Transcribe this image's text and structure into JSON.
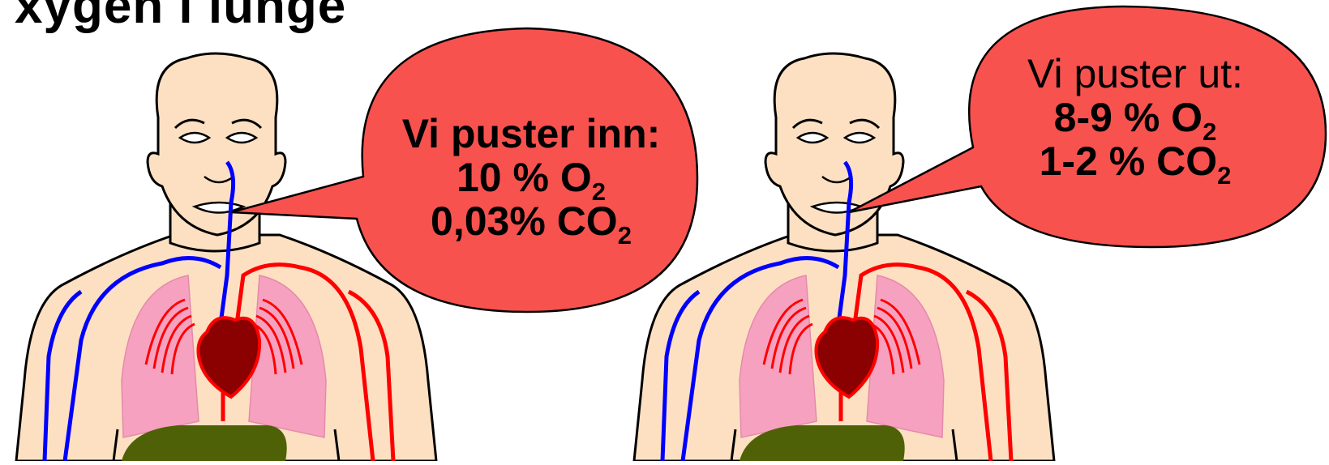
{
  "title_partial": "xygen i lunge",
  "bubbles": [
    {
      "id": "inhale",
      "heading": "Vi puster inn:",
      "lines": [
        {
          "main": "10 % O",
          "sub": "2"
        },
        {
          "main": "0,03% CO",
          "sub": "2"
        }
      ]
    },
    {
      "id": "exhale",
      "heading": "Vi puster ut:",
      "lines": [
        {
          "main": "8-9 % O",
          "sub": "2"
        },
        {
          "main": "1-2 % CO",
          "sub": "2"
        }
      ]
    }
  ],
  "colors": {
    "skin": "#fde0c2",
    "bubble": "#f8524f",
    "vein": "#0000ff",
    "artery": "#ff0000",
    "lung": "#f7a1c0",
    "heart": "#8b0000",
    "liver": "#4f6107",
    "outline": "#000000"
  }
}
